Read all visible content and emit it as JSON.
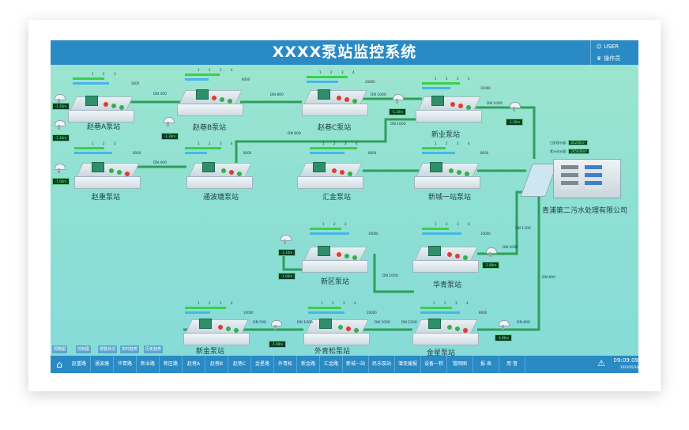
{
  "header": {
    "title": "XXXX泵站监控系统",
    "user": "USER",
    "role": "操作员"
  },
  "stations": [
    {
      "id": "zhaoxiang-a",
      "label": "赵巷A泵站"
    },
    {
      "id": "zhaoxiang-b",
      "label": "赵巷B泵站"
    },
    {
      "id": "zhaoxiang-c",
      "label": "赵巷C泵站"
    },
    {
      "id": "xinye",
      "label": "新业泵站"
    },
    {
      "id": "zhaozhong",
      "label": "赵重泵站"
    },
    {
      "id": "tongbotang",
      "label": "通波塘泵站"
    },
    {
      "id": "huijin",
      "label": "汇金泵站"
    },
    {
      "id": "xincheng1",
      "label": "新城一站泵站"
    },
    {
      "id": "xinqu",
      "label": "新区泵站"
    },
    {
      "id": "huaqing",
      "label": "华青泵站"
    },
    {
      "id": "xinjin",
      "label": "新金泵站"
    },
    {
      "id": "waiqingsong",
      "label": "外青松泵站"
    },
    {
      "id": "jinxing",
      "label": "金星泵站"
    }
  ],
  "plant": {
    "label": "青浦第二污水处理有限公司",
    "line1_label": "日处理水量:",
    "line1_value": "85200m³",
    "line2_label": "累计进水量:",
    "line2_value": "265848m³"
  },
  "pipes": [
    "DN 300",
    "DN 800",
    "DN 1000",
    "DN 1000",
    "DN 800",
    "DN 400",
    "DN 1000",
    "DN 1200",
    "DN 1000",
    "DN 800",
    "DN 500",
    "DN 1000",
    "DN 1000",
    "DN 1200",
    "DN 800"
  ],
  "indicator_ticks": [
    "1",
    "2",
    "3",
    "4"
  ],
  "indicator_ranges": [
    "0",
    "3000",
    "8000",
    "20000",
    "10000",
    "6000",
    "8000",
    "8000",
    "8000",
    "10000"
  ],
  "sensor_values": [
    "-1.10m",
    "-1.10m",
    "-1.30m",
    "-1.10m",
    "-1.30m",
    "-1.00m",
    "-1.10m",
    "-1.90m",
    "-1.90m",
    "-1.00m",
    "-1.90m"
  ],
  "bottom_small": [
    "局略图",
    "控制图",
    "报警状况",
    "实时趋势",
    "历史趋势"
  ],
  "nav": [
    "赵重路",
    "通波塘",
    "华青路",
    "新业路",
    "新区路",
    "赵巷A",
    "赵巷B",
    "赵巷C",
    "金星路",
    "外青松",
    "新金路",
    "汇金路",
    "新城一站",
    "民乐泵站",
    "潜变缓报",
    "设备一积",
    "管网图",
    "报 表",
    "用 督"
  ],
  "clock": {
    "time": "09:09:09",
    "date": "2020/05/30"
  }
}
